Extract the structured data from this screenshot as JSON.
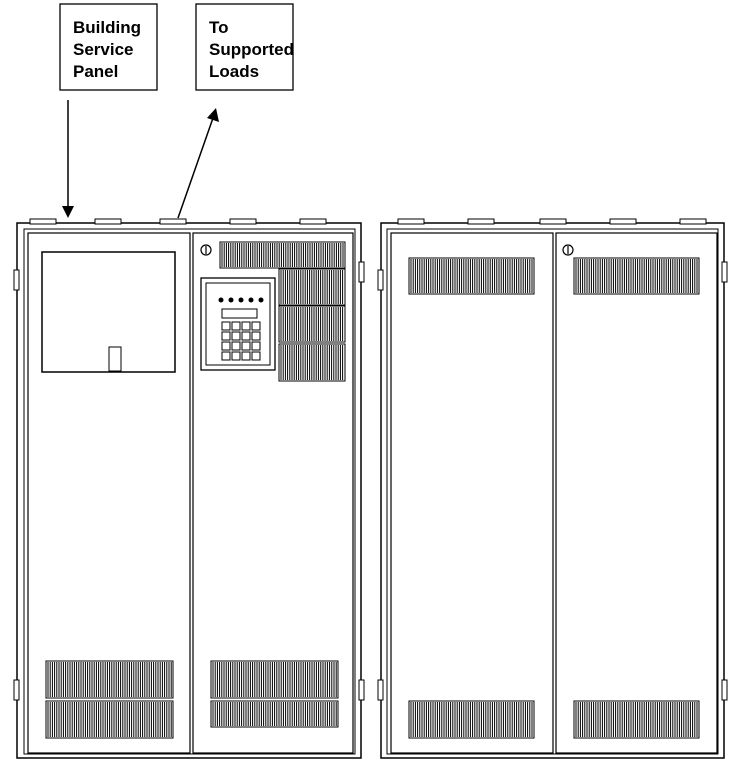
{
  "callouts": {
    "input": {
      "lines": [
        "Building",
        "Service",
        "Panel"
      ]
    },
    "output": {
      "lines": [
        "To",
        "Supported",
        "Loads"
      ]
    }
  },
  "keypad": {
    "status_leds": 5,
    "keys_rows": 4,
    "keys_cols": 4
  },
  "cabinets": {
    "count": 2,
    "doors_per_cabinet": 2,
    "lock_icon": "lock-circle-icon"
  },
  "colors": {
    "line": "#000000",
    "background": "#ffffff",
    "panel_fill": "#ffffff"
  }
}
